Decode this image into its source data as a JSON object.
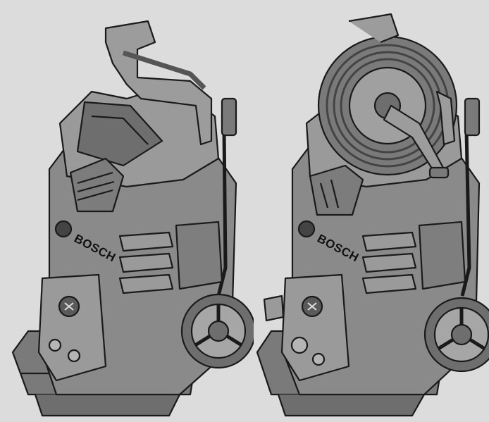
{
  "illustration": {
    "background_color": "#dcdcdc",
    "body_color": "#8a8a8a",
    "shade_color": "#6e6e6e",
    "light_color": "#a6a6a6",
    "outline_color": "#1a1a1a",
    "machines": [
      {
        "variant": "without-hose-reel",
        "brand": "BOSCH"
      },
      {
        "variant": "with-hose-reel",
        "brand": "BOSCH"
      }
    ]
  }
}
